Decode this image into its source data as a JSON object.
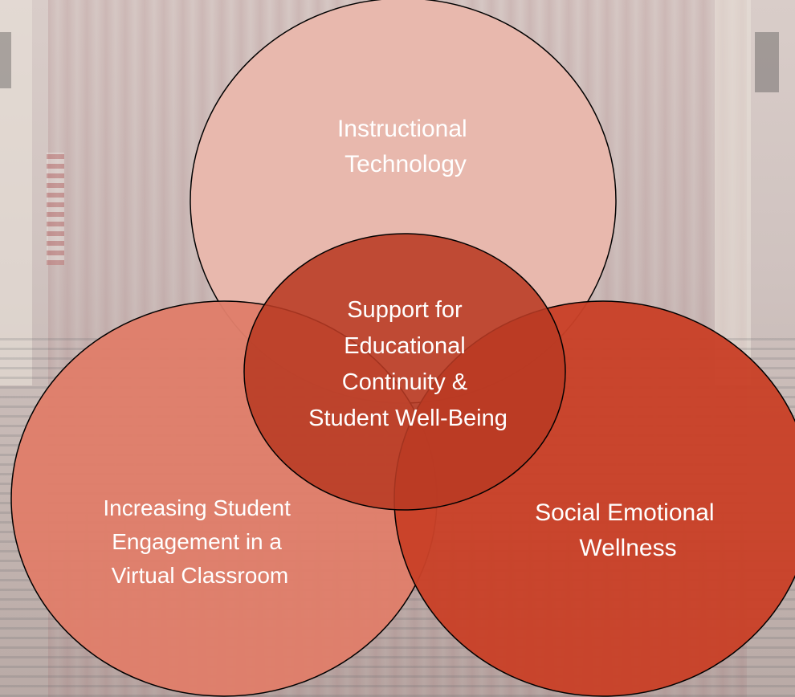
{
  "diagram": {
    "type": "venn",
    "circles": [
      {
        "id": "top",
        "label_lines": [
          "Instructional",
          "Technology"
        ],
        "fill": "#e8b8ad"
      },
      {
        "id": "left",
        "label_lines": [
          "Increasing Student",
          "Engagement in a",
          "Virtual Classroom"
        ],
        "fill": "#e07e6a"
      },
      {
        "id": "right",
        "label_lines": [
          "Social Emotional",
          "Wellness"
        ],
        "fill": "#c94128"
      },
      {
        "id": "center",
        "label_lines": [
          "Support for",
          "Educational",
          "Continuity &",
          "Student Well-Being"
        ],
        "fill": "#b83a23"
      }
    ],
    "stroke_color": "#000000"
  }
}
